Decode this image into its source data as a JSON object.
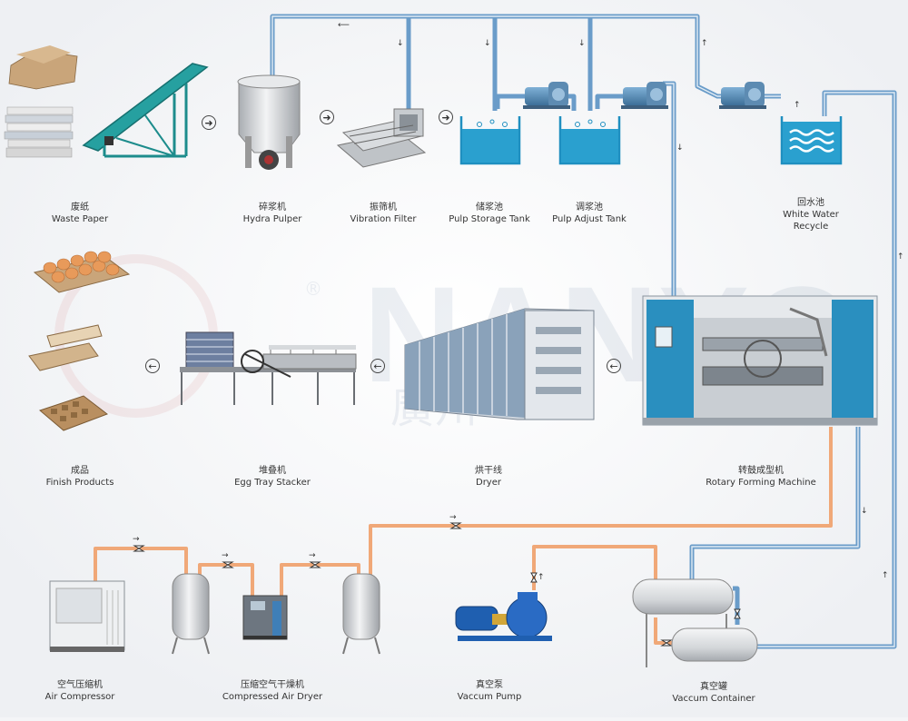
{
  "colors": {
    "water_pipe": "#6a9cc9",
    "air_pipe": "#f0a878",
    "tank_blue": "#1f8fc0",
    "machine_blue": "#2a8fbf",
    "steel": "#c9ccd0",
    "carton": "#c9a57a",
    "conveyor": "#1d8c8c"
  },
  "watermark": {
    "text": "NANYO",
    "cn": "廣州",
    "mark": "®"
  },
  "equipment": {
    "waste_paper": {
      "cn": "废纸",
      "en": "Waste Paper"
    },
    "hydra_pulper": {
      "cn": "碎浆机",
      "en": "Hydra Pulper"
    },
    "vibration_filter": {
      "cn": "振筛机",
      "en": "Vibration Filter"
    },
    "pulp_storage_tank": {
      "cn": "储浆池",
      "en": "Pulp Storage Tank"
    },
    "pulp_adjust_tank": {
      "cn": "调浆池",
      "en": "Pulp Adjust Tank"
    },
    "white_water_recycle": {
      "cn": "回水池",
      "en1": "White Water",
      "en2": "Recycle"
    },
    "finish_products": {
      "cn": "成品",
      "en": "Finish Products"
    },
    "egg_tray_stacker": {
      "cn": "堆叠机",
      "en": "Egg Tray Stacker"
    },
    "dryer": {
      "cn": "烘干线",
      "en": "Dryer"
    },
    "rotary_forming": {
      "cn": "转鼓成型机",
      "en": "Rotary Forming Machine"
    },
    "air_compressor": {
      "cn": "空气压缩机",
      "en": "Air Compressor"
    },
    "compressed_air_dryer": {
      "cn": "压缩空气干燥机",
      "en": "Compressed Air Dryer"
    },
    "vacuum_pump": {
      "cn": "真空泵",
      "en": "Vaccum Pump"
    },
    "vacuum_container": {
      "cn": "真空罐",
      "en": "Vaccum Container"
    }
  },
  "flow_arrows": {
    "right": "➜",
    "left": "←"
  }
}
